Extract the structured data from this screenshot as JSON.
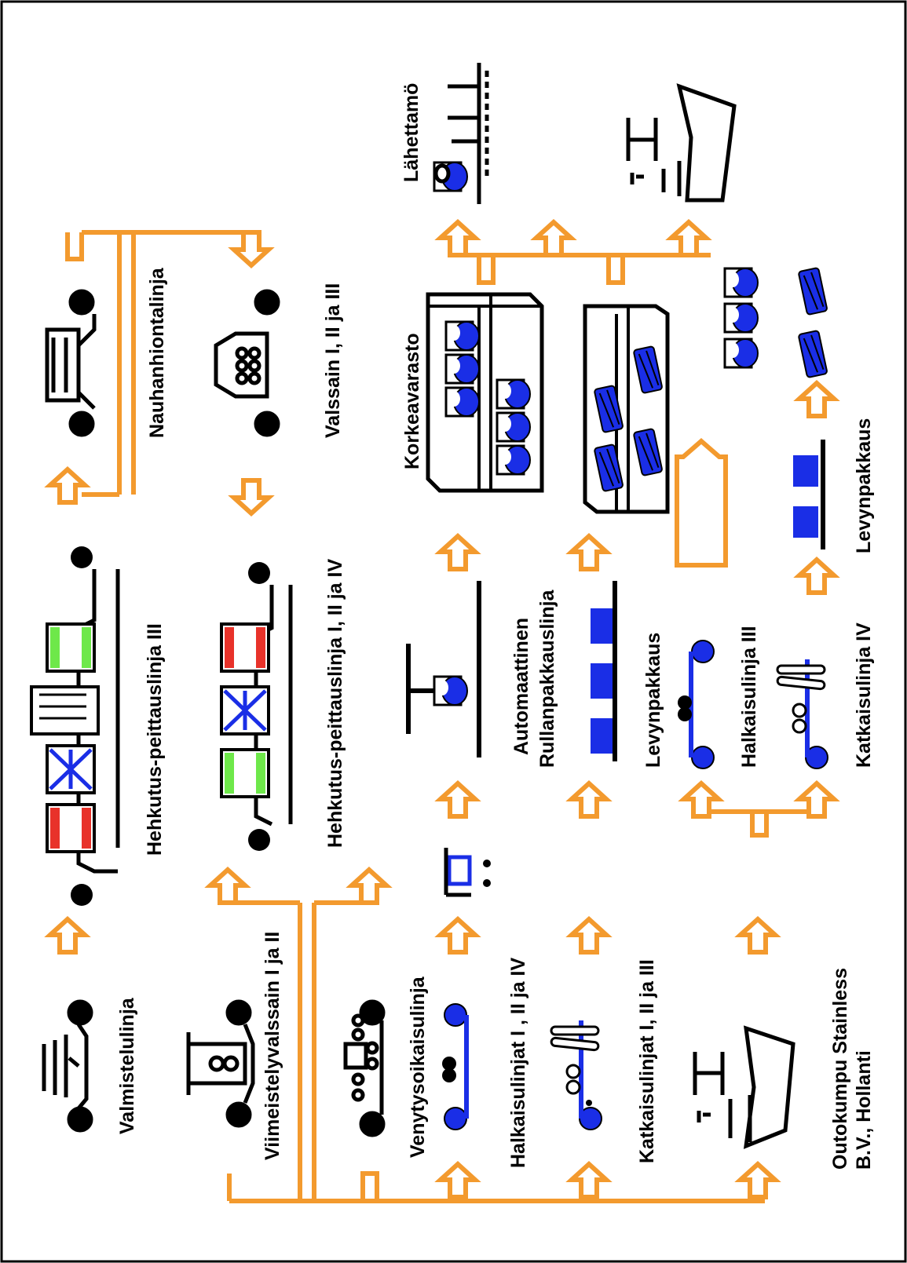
{
  "colors": {
    "arrow": "#f39a2e",
    "ink": "#000000",
    "blue": "#1a2ee6",
    "red": "#e8322a",
    "green": "#6ee84a",
    "background": "#ffffff"
  },
  "labels": {
    "valmistelulinja": "Valmistelulinja",
    "viimeistelyvalssain": "Viimeistelyvalssain I ja II",
    "venytysoikaisulinja": "Venytysoikaisulinja",
    "halkaisulinjat_1_2_4": "Halkaisulinjat I , II ja IV",
    "katkaisulinjat_1_2_3": "Katkaisulinjat I, II ja III",
    "outokumpu_line1": "Outokumpu Stainless",
    "outokumpu_line2": "B.V., Hollanti",
    "hehkutus_3": "Hehkutus-peittauslinja III",
    "hehkutus_1_2_4": "Hehkutus-peittauslinja I, II ja IV",
    "automaattinen_line1": "Automaattinen",
    "automaattinen_line2": "Rullanpakkauslinja",
    "levynpakkaus_mid": "Levynpakkaus",
    "halkaisulinja_3": "Halkaisulinja III",
    "katkaisulinja_4": "Katkaisulinja IV",
    "nauhanhiontalinja": "Nauhanhiontalinja",
    "valssain": "Valssain I, II ja III",
    "korkeavarasto": "Korkeavarasto",
    "levynpakkaus_right": "Levynpakkaus",
    "lahettamo": "Lähettamö"
  }
}
